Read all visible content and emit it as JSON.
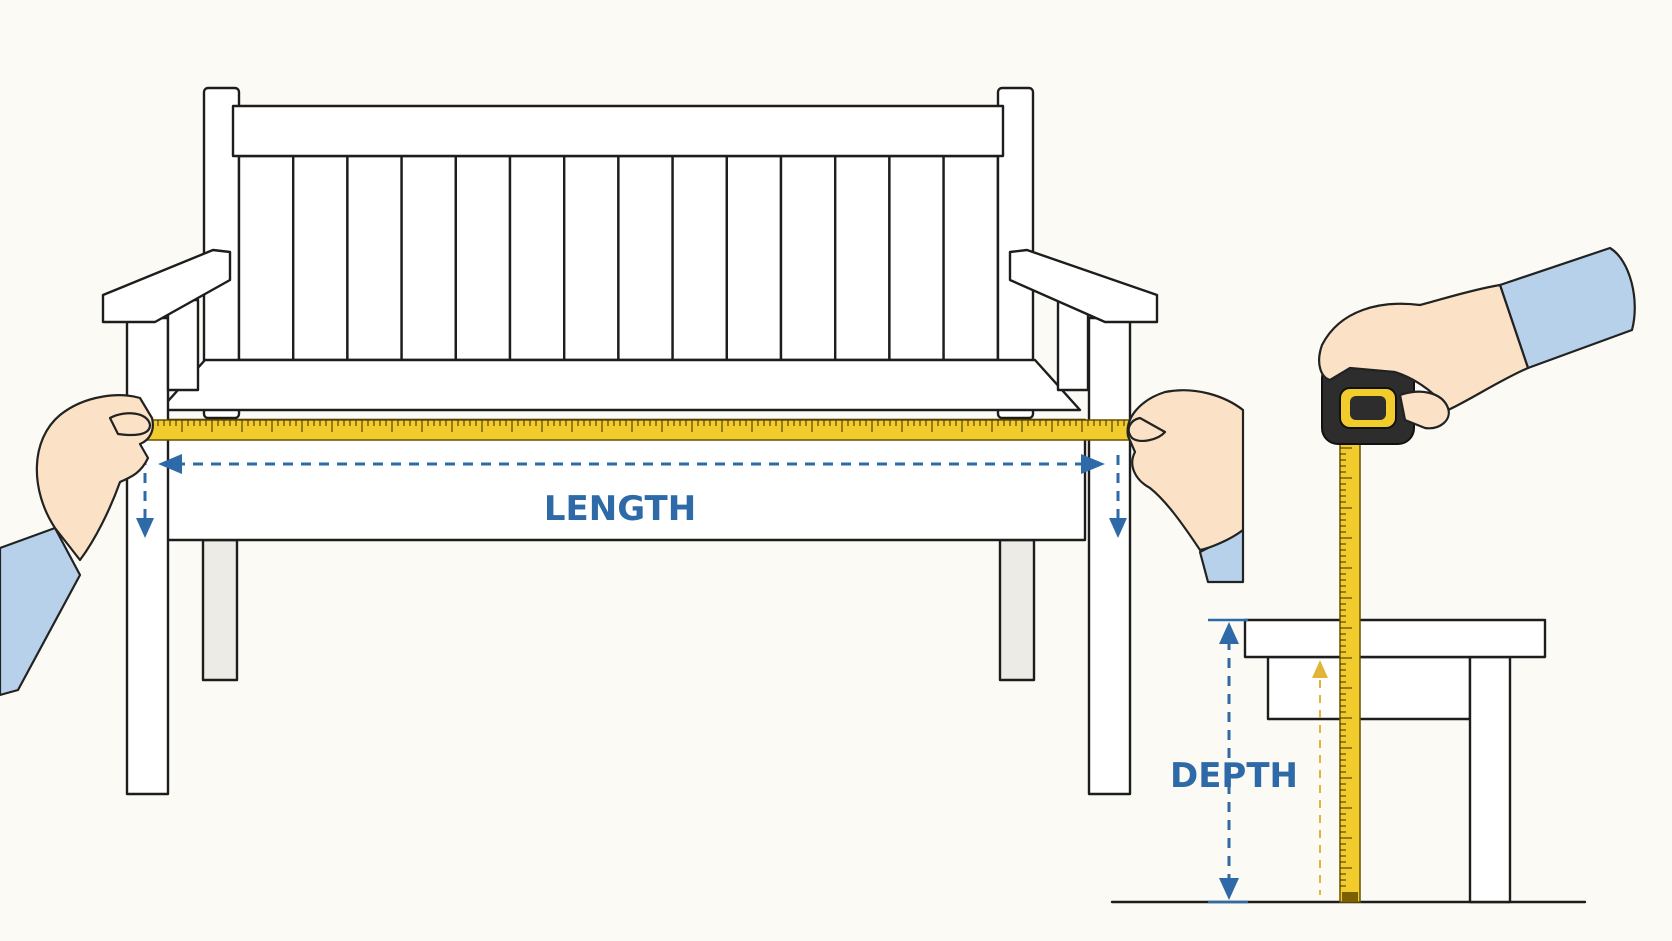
{
  "labels": {
    "length": "LENGTH",
    "depth": "DEPTH"
  },
  "colors": {
    "dimension": "#2e6aa8",
    "tape": "#f2cb2d",
    "skin": "#fbe2c6",
    "sleeve": "#b7d1ea",
    "outline": "#1d1d1d",
    "background": "#fbfaf5"
  },
  "icons": [
    "bench-illustration",
    "measuring-tape-icon",
    "hand-icon",
    "tape-measure-case-icon",
    "dimension-arrow-icon"
  ]
}
